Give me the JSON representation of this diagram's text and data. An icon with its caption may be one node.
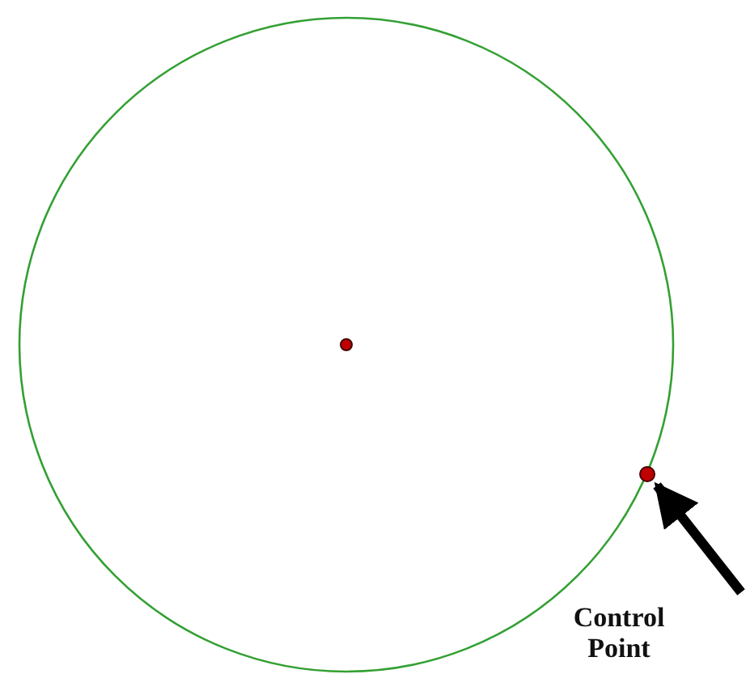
{
  "diagram": {
    "nodes": [
      {
        "text": [],
        "shape": "circle"
      },
      {
        "text": [],
        "shape": "circle"
      }
    ],
    "edges": [
      {
        "from": null,
        "to": 1,
        "arrow": "to"
      }
    ],
    "labels": [
      "Control Point"
    ]
  }
}
